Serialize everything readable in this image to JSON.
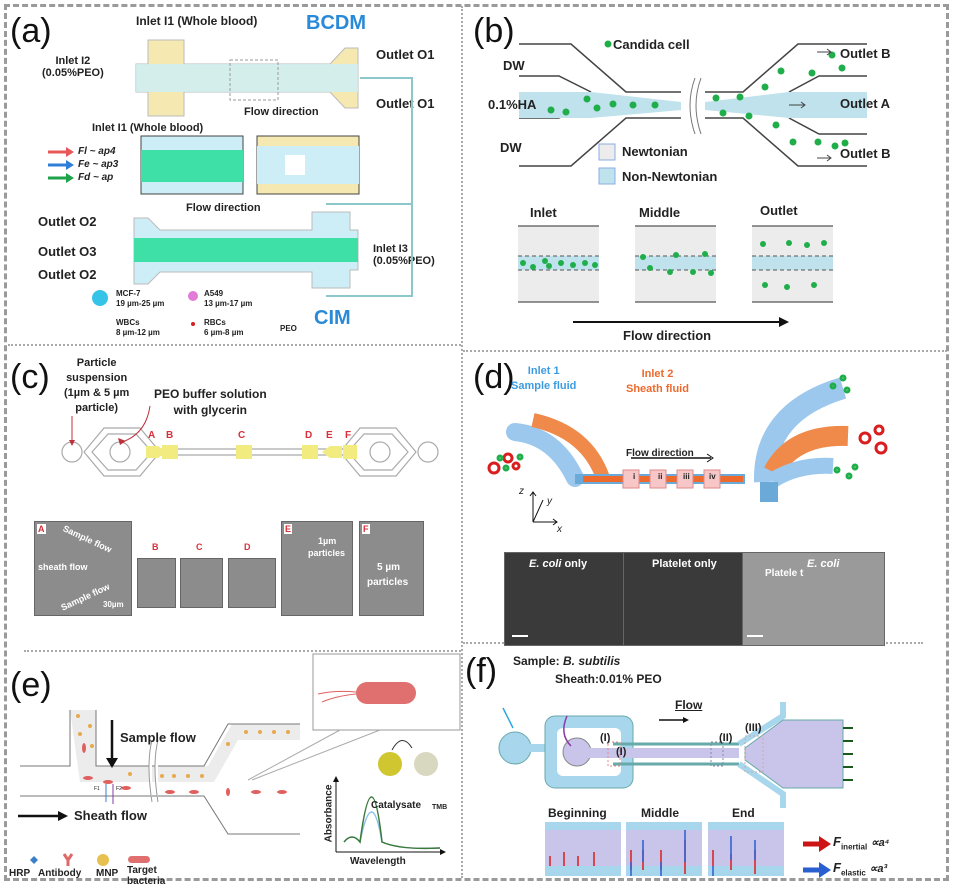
{
  "figure": {
    "panels": {
      "a": {
        "label": "(a)",
        "top_title": "BCDM",
        "bottom_title": "CIM",
        "inlet_i1_top": "Inlet I1 (Whole blood)",
        "inlet_i1_mid": "Inlet I1 (Whole blood)",
        "inlet_i2": "Inlet I2",
        "inlet_i2_conc": "(0.05%PEO)",
        "inlet_i3": "Inlet I3",
        "inlet_i3_conc": "(0.05%PEO)",
        "outlet_o1_top": "Outlet O1",
        "outlet_o1_bottom": "Outlet O1",
        "outlet_o2_top": "Outlet O2",
        "outlet_o3": "Outlet O3",
        "outlet_o2_bottom": "Outlet O2",
        "flow_dir_1": "Flow direction",
        "flow_dir_2": "Flow direction",
        "forces": [
          {
            "text": "Fl ~ ap4",
            "color": "#e8585a"
          },
          {
            "text": "Fe ~ ap3",
            "color": "#2f7fd8"
          },
          {
            "text": "Fd ~ ap",
            "color": "#1fa34a"
          }
        ],
        "legend": [
          {
            "name": "MCF-7",
            "size": "19 µm-25 µm",
            "color": "#36c3e8"
          },
          {
            "name": "A549",
            "size": "13 µm-17 µm",
            "color": "#e27ad8"
          },
          {
            "name": "WBCs",
            "size": "8 µm-12 µm",
            "color": "#cfcfcf"
          },
          {
            "name": "RBCs",
            "size": "6 µm-8 µm",
            "color": "#d81e1e"
          },
          {
            "name": "PEO",
            "size": "",
            "color": "#bdbdbd"
          }
        ],
        "colors": {
          "title": "#2a8ad8",
          "sheath": "#cdeef6",
          "blood": "#f5e8b0",
          "focus": "#3fe0a8"
        }
      },
      "b": {
        "label": "(b)",
        "candida_legend": "Candida cell",
        "dw_top": "DW",
        "dw_bottom": "DW",
        "ha": "0.1%HA",
        "outlet_b_top": "Outlet B",
        "outlet_a": "Outlet A",
        "outlet_b_bottom": "Outlet B",
        "legend_newtonian": "Newtonian",
        "legend_non_newtonian": "Non-Newtonian",
        "stages": [
          "Inlet",
          "Middle",
          "Outlet"
        ],
        "flow_direction": "Flow direction",
        "colors": {
          "cell": "#1fae4a",
          "non_newtonian": "#bfe2ec",
          "newtonian": "#ececec"
        }
      },
      "c": {
        "label": "(c)",
        "particle_suspension": [
          "Particle",
          "suspension",
          "(1µm & 5 µm",
          "particle)"
        ],
        "peo_buffer": [
          "PEO buffer solution",
          "with glycerin"
        ],
        "markers": [
          "A",
          "B",
          "C",
          "D",
          "E",
          "F"
        ],
        "micrographs": {
          "A": {
            "tag": "A",
            "texts": [
              "Sample flow",
              "sheath flow",
              "Sample flow"
            ],
            "scale": "30µm"
          },
          "B": {
            "tag": "B"
          },
          "C": {
            "tag": "C"
          },
          "D": {
            "tag": "D"
          },
          "E": {
            "tag": "E",
            "texts": [
              "1µm",
              "particles"
            ]
          },
          "F": {
            "tag": "F",
            "texts": [
              "5 µm",
              "particles"
            ]
          }
        },
        "colors": {
          "marker": "#d8303a",
          "highlight": "#f2ec80"
        }
      },
      "d": {
        "label": "(d)",
        "inlet1": "Inlet 1",
        "inlet1_sub": "Sample fluid",
        "inlet2": "Inlet 2",
        "inlet2_sub": "Sheath fluid",
        "flow_direction": "Flow direction",
        "segments": [
          "i",
          "ii",
          "iii",
          "iv"
        ],
        "axes": [
          "z",
          "y",
          "x"
        ],
        "images": [
          {
            "title_italic": "E. coli",
            "title_rest": " only"
          },
          {
            "title_italic": "",
            "title_rest": "Platelet only"
          },
          {
            "title_italic": "E. coli",
            "title_rest": "",
            "extra": "Platele t"
          }
        ],
        "colors": {
          "sample": "#3d9be0",
          "sheath": "#ee6a2c",
          "tube_blue": "#9cc8ee",
          "tube_orange": "#f08a4a"
        }
      },
      "e": {
        "label": "(e)",
        "sample_flow": "Sample flow",
        "sheath_flow": "Sheath flow",
        "forces": [
          "F1",
          "F2"
        ],
        "legend": [
          "HRP",
          "Antibody",
          "MNP",
          "Target",
          "bacteria"
        ],
        "catalysate": "Catalysate",
        "tmb": "TMB",
        "xlabel": "Wavelength",
        "ylabel": "Absorbance"
      },
      "f": {
        "label": "(f)",
        "sample": "Sample: ",
        "sample_italic": "B. subtilis",
        "sheath": "Sheath:0.01% PEO",
        "flow": "Flow",
        "regions": [
          "(I)",
          "(I)",
          "(II)",
          "(III)"
        ],
        "stages": [
          "Beginning",
          "Middle",
          "End"
        ],
        "f_inertial": "F",
        "f_inertial_sub": "inertial",
        "f_inertial_rel": "∝a⁴",
        "f_elastic": "F",
        "f_elastic_sub": "elastic",
        "f_elastic_rel": "∝a³",
        "colors": {
          "channel": "#a8d6ec",
          "chamber": "#c9c5ea",
          "bacteria": "#d8d68a",
          "inertial": "#cc1414",
          "elastic": "#2a5fd0"
        }
      }
    }
  }
}
